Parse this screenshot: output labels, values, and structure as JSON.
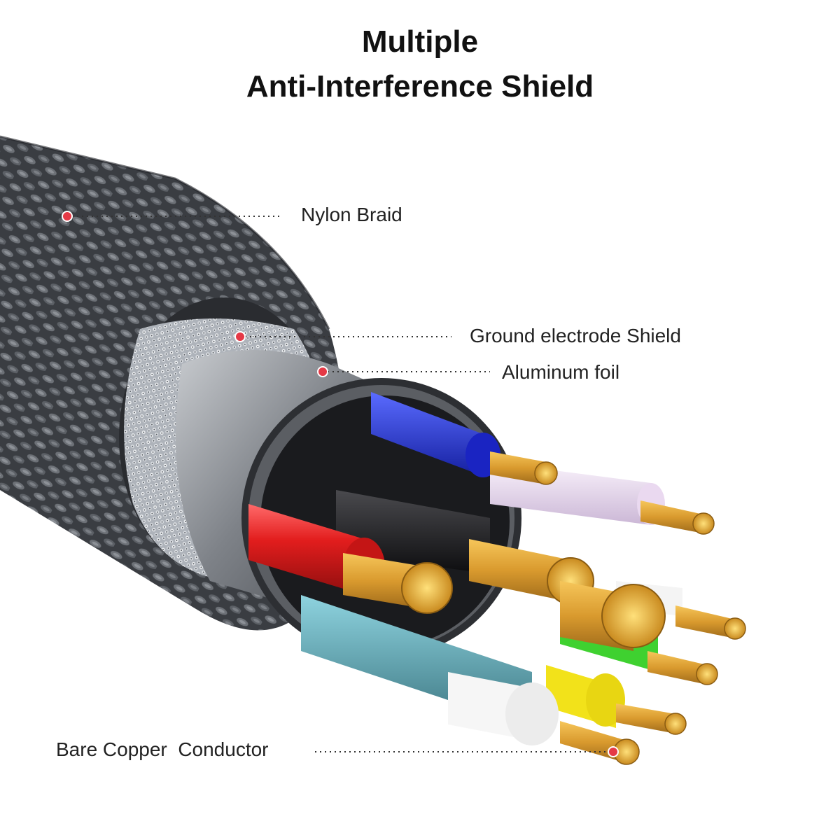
{
  "title": {
    "line1": "Multiple",
    "line2": "Anti-Interference Shield"
  },
  "callouts": [
    {
      "label": "Nylon Braid"
    },
    {
      "label": "Ground electrode Shield"
    },
    {
      "label": "Aluminum foil"
    },
    {
      "label": "Bare Copper  Conductor"
    }
  ],
  "colors": {
    "braid": "#4a4d52",
    "shield_mesh": "#c9cdd3",
    "foil": "#8a8e94",
    "copper": "#e0a63a",
    "callout_dot": "#e53946",
    "wire_red": "#e21d1d",
    "wire_blue": "#1f2ed6",
    "wire_lavender": "#e7d8ee",
    "wire_yellow": "#f2e21a",
    "wire_white": "#f4f4f4",
    "wire_green": "#3fd130",
    "wire_black": "#1a1a1a",
    "wire_teal": "#5aa9b7"
  }
}
